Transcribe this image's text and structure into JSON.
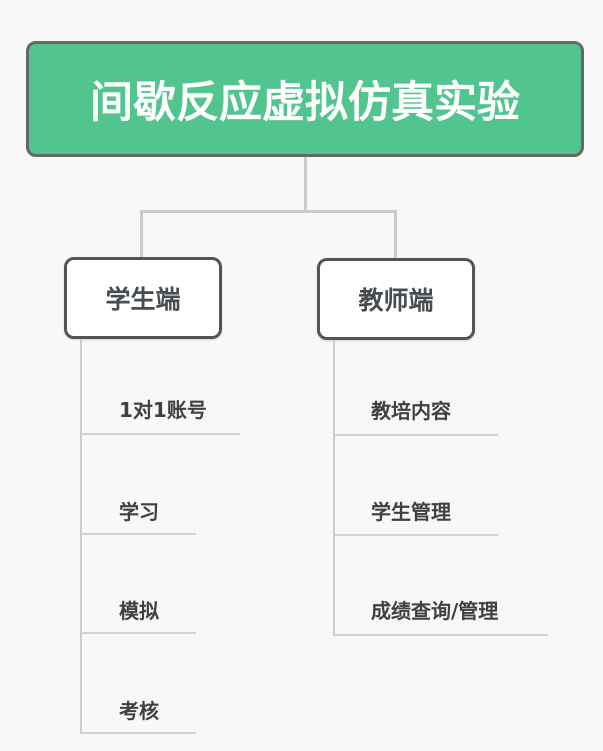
{
  "root": {
    "title": "间歇反应虚拟仿真实验",
    "color": "#52c48e"
  },
  "branches": [
    {
      "label": "学生端",
      "children": [
        {
          "label": "1对1账号"
        },
        {
          "label": "学习"
        },
        {
          "label": "模拟"
        },
        {
          "label": "考核"
        }
      ]
    },
    {
      "label": "教师端",
      "children": [
        {
          "label": "教培内容"
        },
        {
          "label": "学生管理"
        },
        {
          "label": "成绩查询/管理"
        }
      ]
    }
  ]
}
